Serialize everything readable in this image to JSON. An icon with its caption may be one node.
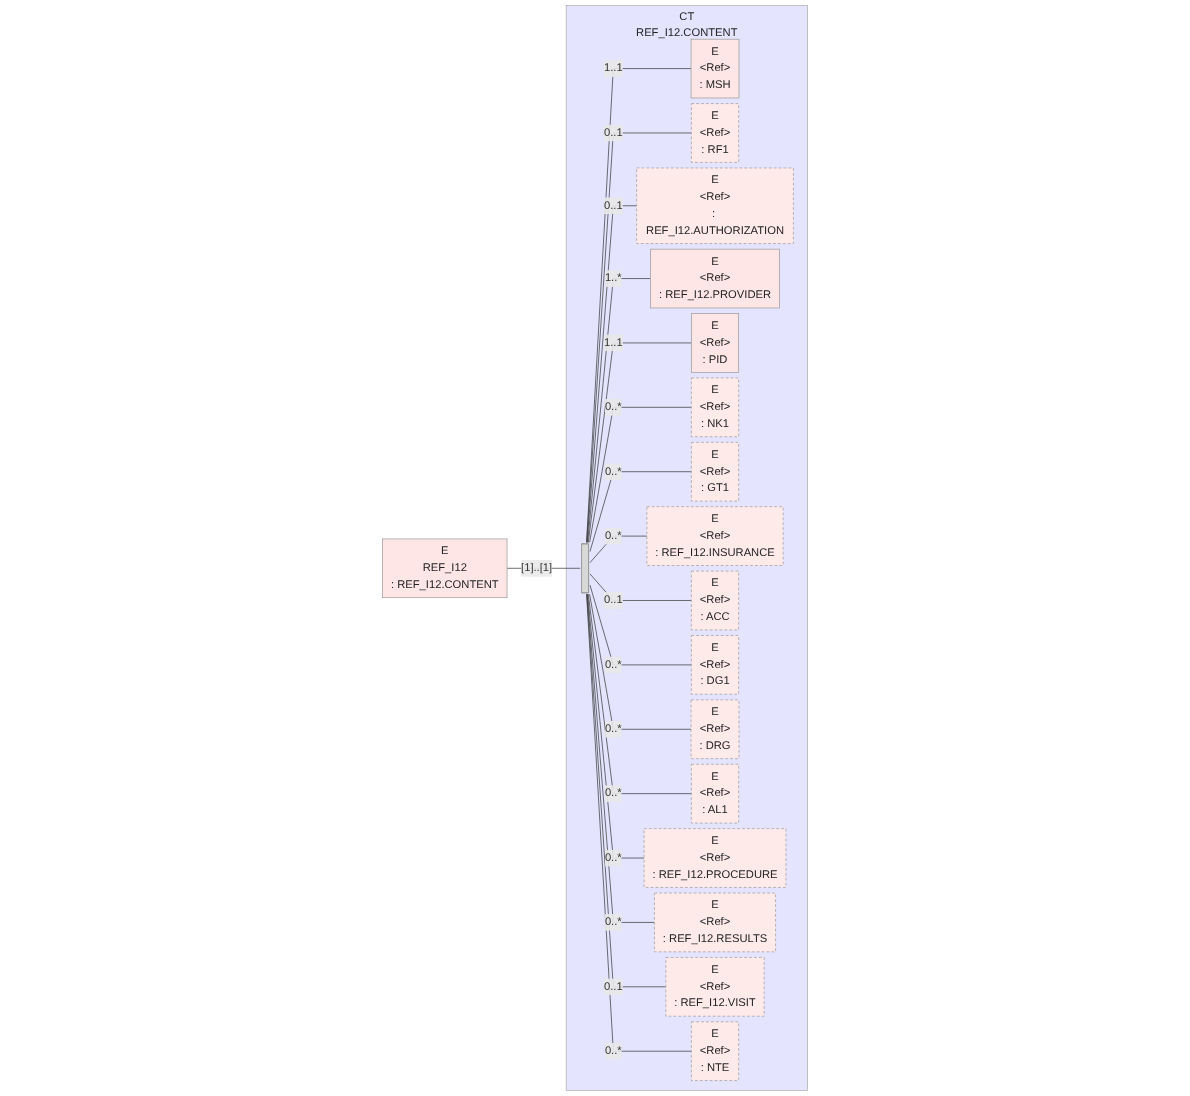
{
  "diagram": {
    "nodes": [
      {
        "text": [
          "E",
          "REF_I12",
          ": REF_I12.CONTENT"
        ]
      },
      {
        "text": [
          "CT",
          "REF_I12.CONTENT"
        ]
      },
      {
        "text": [],
        "shape": "bar",
        "in": 1
      },
      {
        "text": [
          "E",
          "<Ref>",
          ": MSH"
        ],
        "in": 1
      },
      {
        "text": [
          "E",
          "<Ref>",
          ": RF1"
        ],
        "in": 1
      },
      {
        "text": [
          "E",
          "<Ref>",
          ": REF_I12.AUTHORIZATION"
        ],
        "in": 1
      },
      {
        "text": [
          "E",
          "<Ref>",
          ": REF_I12.PROVIDER"
        ],
        "in": 1
      },
      {
        "text": [
          "E",
          "<Ref>",
          ": PID"
        ],
        "in": 1
      },
      {
        "text": [
          "E",
          "<Ref>",
          ": NK1"
        ],
        "in": 1
      },
      {
        "text": [
          "E",
          "<Ref>",
          ": GT1"
        ],
        "in": 1
      },
      {
        "text": [
          "E",
          "<Ref>",
          ": REF_I12.INSURANCE"
        ],
        "in": 1
      },
      {
        "text": [
          "E",
          "<Ref>",
          ": ACC"
        ],
        "in": 1
      },
      {
        "text": [
          "E",
          "<Ref>",
          ": DG1"
        ],
        "in": 1
      },
      {
        "text": [
          "E",
          "<Ref>",
          ": DRG"
        ],
        "in": 1
      },
      {
        "text": [
          "E",
          "<Ref>",
          ": AL1"
        ],
        "in": 1
      },
      {
        "text": [
          "E",
          "<Ref>",
          ": REF_I12.PROCEDURE"
        ],
        "in": 1
      },
      {
        "text": [
          "E",
          "<Ref>",
          ": REF_I12.RESULTS"
        ],
        "in": 1
      },
      {
        "text": [
          "E",
          "<Ref>",
          ": REF_I12.VISIT"
        ],
        "in": 1
      },
      {
        "text": [
          "E",
          "<Ref>",
          ": NTE"
        ],
        "in": 1
      }
    ],
    "edges": [
      {
        "from": 0,
        "to": 2,
        "label": "[1]..[1]",
        "arrow": "none"
      },
      {
        "from": 2,
        "to": 3,
        "label": "1..1",
        "arrow": "none"
      },
      {
        "from": 2,
        "to": 4,
        "label": "0..1",
        "arrow": "none"
      },
      {
        "from": 2,
        "to": 5,
        "label": "0..1",
        "arrow": "none"
      },
      {
        "from": 2,
        "to": 6,
        "label": "1..*",
        "arrow": "none"
      },
      {
        "from": 2,
        "to": 7,
        "label": "1..1",
        "arrow": "none"
      },
      {
        "from": 2,
        "to": 8,
        "label": "0..*",
        "arrow": "none"
      },
      {
        "from": 2,
        "to": 9,
        "label": "0..*",
        "arrow": "none"
      },
      {
        "from": 2,
        "to": 10,
        "label": "0..*",
        "arrow": "none"
      },
      {
        "from": 2,
        "to": 11,
        "label": "0..1",
        "arrow": "none"
      },
      {
        "from": 2,
        "to": 12,
        "label": "0..*",
        "arrow": "none"
      },
      {
        "from": 2,
        "to": 13,
        "label": "0..*",
        "arrow": "none"
      },
      {
        "from": 2,
        "to": 14,
        "label": "0..*",
        "arrow": "none"
      },
      {
        "from": 2,
        "to": 15,
        "label": "0..*",
        "arrow": "none"
      },
      {
        "from": 2,
        "to": 16,
        "label": "0..*",
        "arrow": "none"
      },
      {
        "from": 2,
        "to": 17,
        "label": "0..1",
        "arrow": "none"
      },
      {
        "from": 2,
        "to": 18,
        "label": "0..*",
        "arrow": "none"
      }
    ]
  }
}
